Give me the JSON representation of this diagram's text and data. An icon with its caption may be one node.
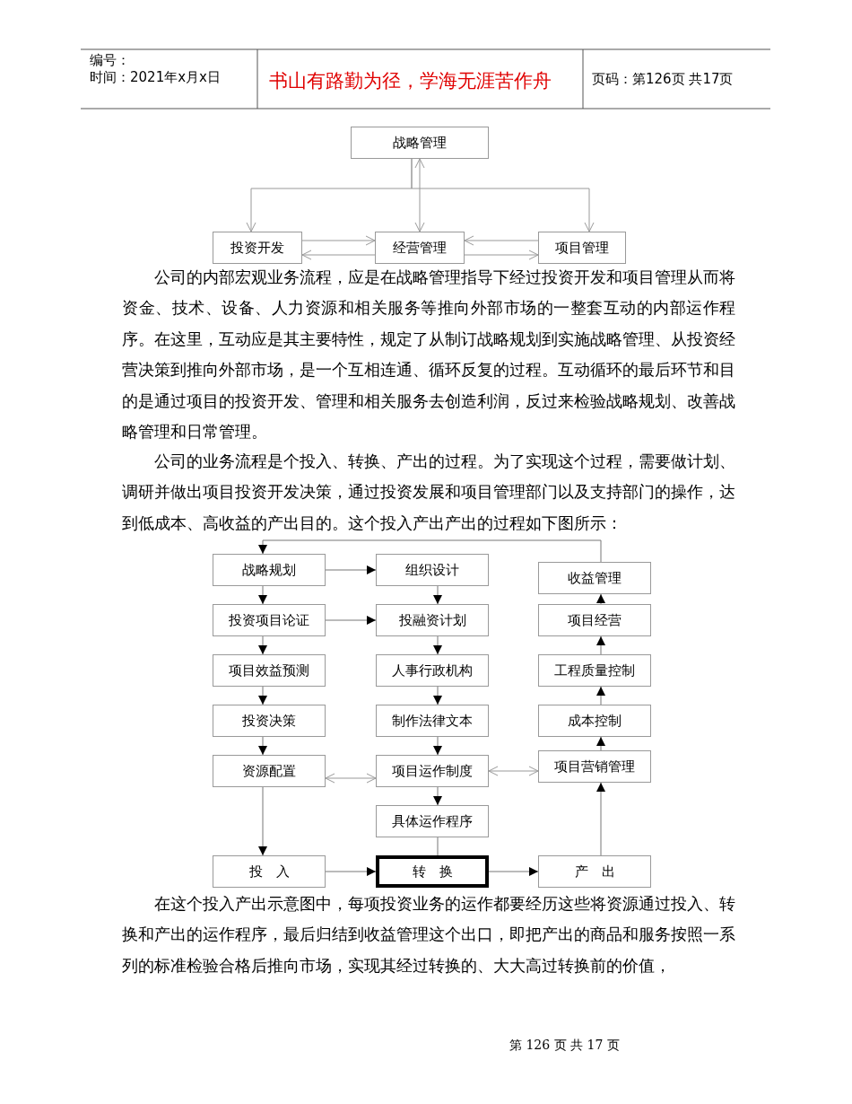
{
  "diagram": {
    "nodes": [
      {
        "text": [
          "战略管理"
        ]
      },
      {
        "text": [
          "投资开发"
        ]
      },
      {
        "text": [
          "经营管理"
        ]
      },
      {
        "text": [
          "项目管理"
        ]
      },
      {
        "text": [
          "战略规划"
        ]
      },
      {
        "text": [
          "组织设计"
        ]
      },
      {
        "text": [
          "收益管理"
        ]
      },
      {
        "text": [
          "投资项目论证"
        ]
      },
      {
        "text": [
          "投融资计划"
        ]
      },
      {
        "text": [
          "项目经营"
        ]
      },
      {
        "text": [
          "项目效益预测"
        ]
      },
      {
        "text": [
          "人事行政机构"
        ]
      },
      {
        "text": [
          "工程质量控制"
        ]
      },
      {
        "text": [
          "投资决策"
        ]
      },
      {
        "text": [
          "制作法律文本"
        ]
      },
      {
        "text": [
          "成本控制"
        ]
      },
      {
        "text": [
          "资源配置"
        ]
      },
      {
        "text": [
          "项目运作制度"
        ]
      },
      {
        "text": [
          "项目营销管理"
        ]
      },
      {
        "text": [
          "具体运作程序"
        ]
      },
      {
        "text": [
          "投　入"
        ]
      },
      {
        "text": [
          "转　换"
        ]
      },
      {
        "text": [
          "产　出"
        ]
      }
    ],
    "edges": [
      {
        "from": 0,
        "to": 2,
        "arrow": "both"
      },
      {
        "from": 0,
        "to": 1,
        "arrow": "to"
      },
      {
        "from": 0,
        "to": 3,
        "arrow": "to"
      },
      {
        "from": 1,
        "to": 2,
        "arrow": "to"
      },
      {
        "from": 2,
        "to": 1,
        "arrow": "to"
      },
      {
        "from": 3,
        "to": 2,
        "arrow": "to"
      },
      {
        "from": 2,
        "to": 3,
        "arrow": "to"
      },
      {
        "from": 6,
        "to": 4,
        "arrow": "to"
      },
      {
        "from": 4,
        "to": 5,
        "arrow": "to"
      },
      {
        "from": 4,
        "to": 7,
        "arrow": "to"
      },
      {
        "from": 7,
        "to": 8,
        "arrow": "to"
      },
      {
        "from": 5,
        "to": 8,
        "arrow": "to"
      },
      {
        "from": 7,
        "to": 10,
        "arrow": "to"
      },
      {
        "from": 10,
        "to": 13,
        "arrow": "to"
      },
      {
        "from": 13,
        "to": 16,
        "arrow": "to"
      },
      {
        "from": 16,
        "to": 20,
        "arrow": "to"
      },
      {
        "from": 8,
        "to": 11,
        "arrow": "to"
      },
      {
        "from": 11,
        "to": 14,
        "arrow": "to"
      },
      {
        "from": 14,
        "to": 17,
        "arrow": "to"
      },
      {
        "from": 17,
        "to": 19,
        "arrow": "to"
      },
      {
        "from": 19,
        "to": 21,
        "arrow": "none"
      },
      {
        "from": 16,
        "to": 17,
        "arrow": "both"
      },
      {
        "from": 17,
        "to": 18,
        "arrow": "both"
      },
      {
        "from": 20,
        "to": 21,
        "arrow": "to"
      },
      {
        "from": 21,
        "to": 22,
        "arrow": "to"
      },
      {
        "from": 22,
        "to": 18,
        "arrow": "to"
      },
      {
        "from": 18,
        "to": 15,
        "arrow": "to"
      },
      {
        "from": 15,
        "to": 12,
        "arrow": "to"
      },
      {
        "from": 12,
        "to": 9,
        "arrow": "to"
      },
      {
        "from": 9,
        "to": 6,
        "arrow": "to"
      }
    ],
    "labels": [
      "编号：",
      "时间：2021年x月x日",
      "书山有路勤为径，学海无涯苦作舟",
      "页码：第126页 共17页",
      "公司的内部宏观业务流程，应是在战略管理指导下经过投资开发和项目管理从而将资金、技术、设备、人力资源和相关服务等推向外部市场的一整套互动的内部运作程序。在这里，互动应是其主要特性，规定了从制订战略规划到实施战略管理、从投资经营决策到推向外部市场，是一个互相连通、循环反复的过程。互动循环的最后环节和目的是通过项目的投资开发、管理和相关服务去创造利润，反过来检验战略规划、改善战略管理和日常管理。",
      "公司的业务流程是个投入、转换、产出的过程。为了实现这个过程，需要做计划、调研并做出项目投资开发决策，通过投资发展和项目管理部门以及支持部门的操作，达到低成本、高收益的产出目的。这个投入产出产出的过程如下图所示：",
      "在这个投入产出示意图中，每项投资业务的运作都要经历这些将资源通过投入、转换和产出的运作程序，最后归结到收益管理这个出口，即把产出的商品和服务按照一系列的标准检验合格后推向市场，实现其经过转换的、大大高过转换前的价值，",
      "第 126 页 共 17 页"
    ]
  }
}
